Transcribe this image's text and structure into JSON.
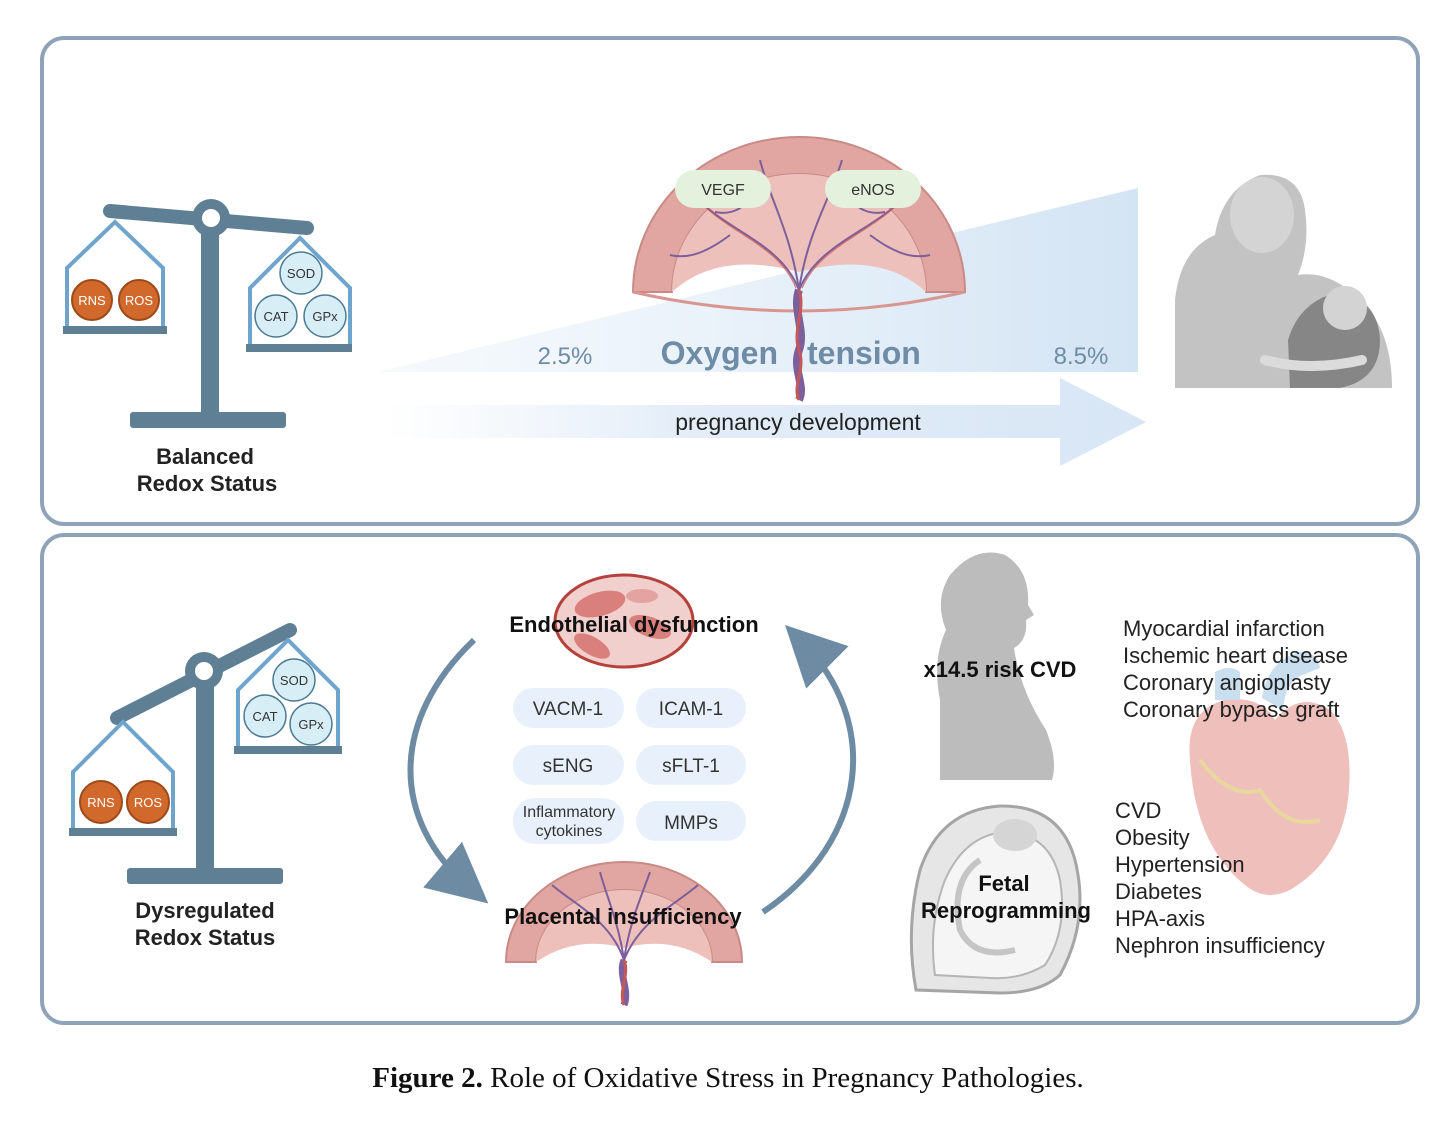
{
  "top_panel": {
    "balance_label_line1": "Balanced",
    "balance_label_line2": "Redox Status",
    "left_pan": [
      "RNS",
      "ROS"
    ],
    "right_pan": [
      "SOD",
      "CAT",
      "GPx"
    ],
    "markers": [
      "VEGF",
      "eNOS"
    ],
    "oxygen_low": "2.5%",
    "oxygen_title_left": "Oxygen",
    "oxygen_title_right": "tension",
    "oxygen_high": "8.5%",
    "arrow_label": "pregnancy development"
  },
  "bottom_panel": {
    "balance_label_line1": "Dysregulated",
    "balance_label_line2": "Redox Status",
    "left_pan": [
      "RNS",
      "ROS"
    ],
    "right_pan": [
      "SOD",
      "CAT",
      "GPx"
    ],
    "cycle_top": "Endothelial dysfunction",
    "cycle_bottom": "Placental insufficiency",
    "markers": [
      "VACM-1",
      "ICAM-1",
      "sENG",
      "sFLT-1",
      "Inflammatory",
      "cytokines",
      "MMPs"
    ],
    "maternal_risk": "x14.5 risk CVD",
    "maternal_outcomes": [
      "Myocardial infarction",
      "Ischemic heart disease",
      "Coronary angioplasty",
      "Coronary bypass graft"
    ],
    "fetal_label_line1": "Fetal",
    "fetal_label_line2": "Reprogramming",
    "fetal_outcomes": [
      "CVD",
      "Obesity",
      "Hypertension",
      "Diabetes",
      "HPA-axis",
      "Nephron insufficiency"
    ]
  },
  "caption": {
    "label": "Figure 2.",
    "text": " Role of Oxidative Stress in Pregnancy Pathologies."
  },
  "colors": {
    "panel_border": "#8fa3b8",
    "scale": "#5f7f95",
    "ros_orange": "#d2692c",
    "antiox_fill": "#d8eef7",
    "placenta": "#e7b0ab",
    "arrow": "#6d8ca4",
    "triangle": "#dce9f6"
  }
}
